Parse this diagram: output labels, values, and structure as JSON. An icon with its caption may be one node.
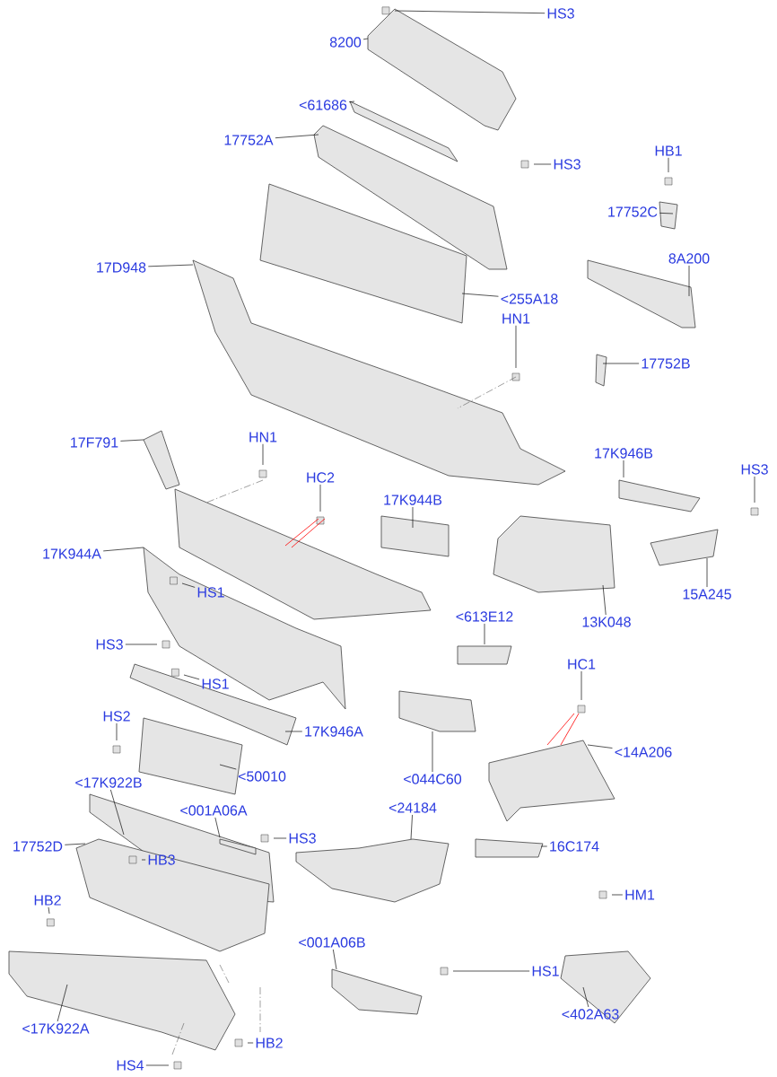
{
  "diagram": {
    "nodes": [
      {
        "text": [
          "HS3"
        ]
      },
      {
        "text": [
          "8200"
        ]
      },
      {
        "text": [
          "<61686"
        ]
      },
      {
        "text": [
          "17752A"
        ]
      },
      {
        "text": [
          "HS3"
        ]
      },
      {
        "text": [
          "HB1"
        ]
      },
      {
        "text": [
          "17752C"
        ]
      },
      {
        "text": [
          "8A200"
        ]
      },
      {
        "text": [
          "17D948"
        ]
      },
      {
        "text": [
          "<255A18"
        ]
      },
      {
        "text": [
          "HN1"
        ]
      },
      {
        "text": [
          "17752B"
        ]
      },
      {
        "text": [
          "HN1"
        ]
      },
      {
        "text": [
          "17F791"
        ]
      },
      {
        "text": [
          "17K946B"
        ]
      },
      {
        "text": [
          "HS3"
        ]
      },
      {
        "text": [
          "HC2"
        ]
      },
      {
        "text": [
          "17K944B"
        ]
      },
      {
        "text": [
          "17K944A"
        ]
      },
      {
        "text": [
          "HS1"
        ]
      },
      {
        "text": [
          "15A245"
        ]
      },
      {
        "text": [
          "<613E12"
        ]
      },
      {
        "text": [
          "13K048"
        ]
      },
      {
        "text": [
          "HS3"
        ]
      },
      {
        "text": [
          "HC1"
        ]
      },
      {
        "text": [
          "HS1"
        ]
      },
      {
        "text": [
          "HS2"
        ]
      },
      {
        "text": [
          "17K946A"
        ]
      },
      {
        "text": [
          "<14A206"
        ]
      },
      {
        "text": [
          "<50010"
        ]
      },
      {
        "text": [
          "<044C60"
        ]
      },
      {
        "text": [
          "<17K922B"
        ]
      },
      {
        "text": [
          "<001A06A"
        ]
      },
      {
        "text": [
          "HS3"
        ]
      },
      {
        "text": [
          "<24184"
        ]
      },
      {
        "text": [
          "17752D"
        ]
      },
      {
        "text": [
          "HB3"
        ]
      },
      {
        "text": [
          "16C174"
        ]
      },
      {
        "text": [
          "HB2"
        ]
      },
      {
        "text": [
          "HM1"
        ]
      },
      {
        "text": [
          "<001A06B"
        ]
      },
      {
        "text": [
          "HS1"
        ]
      },
      {
        "text": [
          "<17K922A"
        ]
      },
      {
        "text": [
          "<402A63"
        ]
      },
      {
        "text": [
          "HB2"
        ]
      },
      {
        "text": [
          "HS4"
        ]
      }
    ],
    "edges": [
      {
        "from": 0,
        "to": null,
        "arrow": "none"
      },
      {
        "from": 1,
        "to": null,
        "arrow": "none"
      },
      {
        "from": 2,
        "to": null,
        "arrow": "none"
      },
      {
        "from": 3,
        "to": null,
        "arrow": "none"
      },
      {
        "from": 4,
        "to": null,
        "arrow": "none"
      },
      {
        "from": 5,
        "to": null,
        "arrow": "none"
      },
      {
        "from": 6,
        "to": null,
        "arrow": "none"
      },
      {
        "from": 7,
        "to": null,
        "arrow": "none"
      },
      {
        "from": 8,
        "to": null,
        "arrow": "none"
      },
      {
        "from": 9,
        "to": null,
        "arrow": "none"
      },
      {
        "from": 10,
        "to": null,
        "arrow": "none"
      },
      {
        "from": 11,
        "to": null,
        "arrow": "none"
      },
      {
        "from": 12,
        "to": null,
        "arrow": "none"
      },
      {
        "from": 13,
        "to": null,
        "arrow": "none"
      },
      {
        "from": 14,
        "to": null,
        "arrow": "none"
      },
      {
        "from": 15,
        "to": null,
        "arrow": "none"
      },
      {
        "from": 16,
        "to": null,
        "arrow": "none"
      },
      {
        "from": 17,
        "to": null,
        "arrow": "none"
      },
      {
        "from": 18,
        "to": null,
        "arrow": "none"
      },
      {
        "from": 19,
        "to": null,
        "arrow": "none"
      },
      {
        "from": 20,
        "to": null,
        "arrow": "none"
      },
      {
        "from": 21,
        "to": null,
        "arrow": "none"
      },
      {
        "from": 22,
        "to": null,
        "arrow": "none"
      },
      {
        "from": 23,
        "to": null,
        "arrow": "none"
      },
      {
        "from": 24,
        "to": null,
        "arrow": "none"
      },
      {
        "from": 25,
        "to": null,
        "arrow": "none"
      },
      {
        "from": 26,
        "to": null,
        "arrow": "none"
      },
      {
        "from": 27,
        "to": null,
        "arrow": "none"
      },
      {
        "from": 28,
        "to": null,
        "arrow": "none"
      },
      {
        "from": 29,
        "to": null,
        "arrow": "none"
      },
      {
        "from": 30,
        "to": null,
        "arrow": "none"
      },
      {
        "from": 31,
        "to": null,
        "arrow": "none"
      },
      {
        "from": 32,
        "to": null,
        "arrow": "none"
      },
      {
        "from": 33,
        "to": null,
        "arrow": "none"
      },
      {
        "from": 34,
        "to": null,
        "arrow": "none"
      },
      {
        "from": 35,
        "to": null,
        "arrow": "none"
      },
      {
        "from": 36,
        "to": null,
        "arrow": "none"
      },
      {
        "from": 37,
        "to": null,
        "arrow": "none"
      },
      {
        "from": 38,
        "to": null,
        "arrow": "none"
      },
      {
        "from": 39,
        "to": null,
        "arrow": "none"
      },
      {
        "from": 40,
        "to": null,
        "arrow": "none"
      },
      {
        "from": 41,
        "to": null,
        "arrow": "none"
      },
      {
        "from": 42,
        "to": null,
        "arrow": "none"
      },
      {
        "from": 43,
        "to": null,
        "arrow": "none"
      },
      {
        "from": 44,
        "to": null,
        "arrow": "none"
      },
      {
        "from": 45,
        "to": null,
        "arrow": "none"
      }
    ]
  }
}
